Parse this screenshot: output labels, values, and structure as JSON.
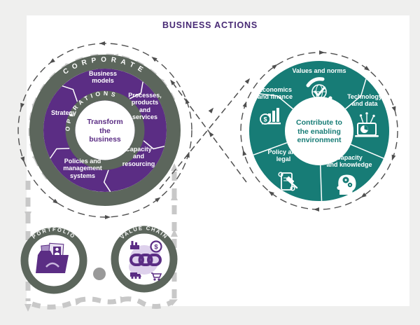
{
  "title": "BUSINESS ACTIONS",
  "colors": {
    "purple": "#5b2d84",
    "teal": "#177c76",
    "ring_gray": "#5c665c",
    "title_purple": "#482a75",
    "dark_arrow": "#4f4f4f",
    "light_arrow": "#c8c8c8"
  },
  "left_circle": {
    "outer_ring_label": "CORPORATE",
    "inner_ring_label": "OPERATIONS",
    "center_label": "Transform\nthe\nbusiness",
    "segments": [
      {
        "label": "Business\nmodels"
      },
      {
        "label": "Processes,\nproducts\nand\nservices"
      },
      {
        "label": "Capacity\nand\nresourcing"
      },
      {
        "label": "Policies and\nmanagement\nsystems"
      },
      {
        "label": "Strategy"
      }
    ]
  },
  "right_circle": {
    "center_label": "Contribute to\nthe enabling\nenvironment",
    "segments": [
      {
        "label": "Values and norms",
        "icon": "hands-globe-check-icon"
      },
      {
        "label": "Technology\nand data",
        "icon": "laptop-data-icon"
      },
      {
        "label": "Capacity\nand knowledge",
        "icon": "head-gears-icon"
      },
      {
        "label": "Policy and\nlegal",
        "icon": "scroll-gavel-icon"
      },
      {
        "label": "Economics\nand finance",
        "icon": "bar-chart-coin-icon"
      }
    ]
  },
  "bottom_circles": [
    {
      "label": "PORTFOLIO",
      "icon": "folder-documents-icon"
    },
    {
      "label": "VALUE CHAIN",
      "icon": "chain-links-icon"
    }
  ]
}
